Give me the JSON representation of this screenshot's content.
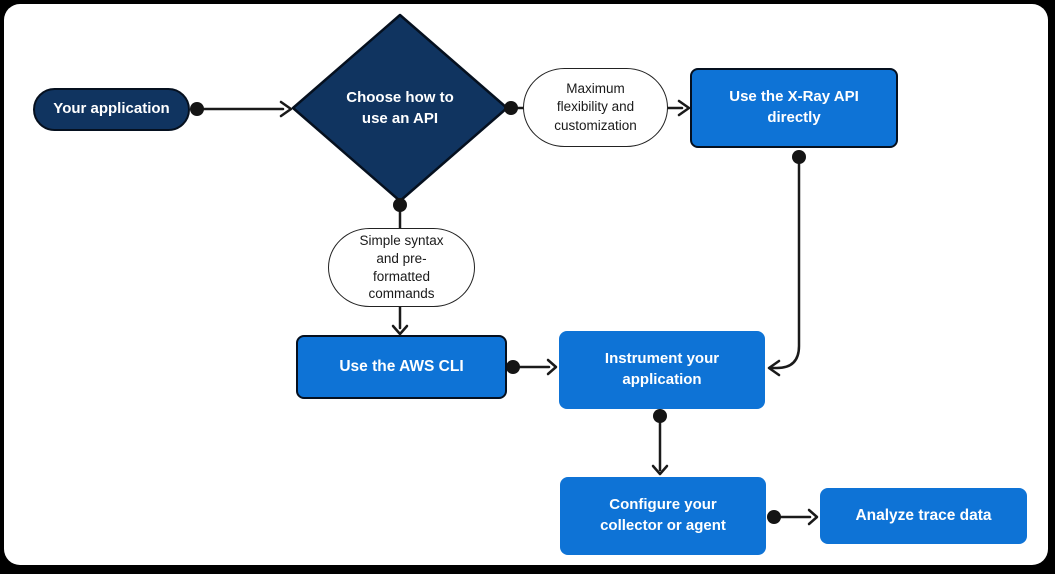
{
  "diagram": {
    "nodes": {
      "start": {
        "label": "Your application",
        "type": "terminator"
      },
      "decision": {
        "label": "Choose how to\nuse an API",
        "type": "decision"
      },
      "max_flex": {
        "label": "Maximum\nflexibility and\ncustomization",
        "type": "annotation"
      },
      "xray_api": {
        "label": "Use the X-Ray API\ndirectly",
        "type": "process"
      },
      "simple_syntax": {
        "label": "Simple syntax\nand pre-\nformatted\ncommands",
        "type": "annotation"
      },
      "aws_cli": {
        "label": "Use the AWS CLI",
        "type": "process"
      },
      "instrument": {
        "label": "Instrument your\napplication",
        "type": "process"
      },
      "configure": {
        "label": "Configure your\ncollector or agent",
        "type": "process"
      },
      "analyze": {
        "label": "Analyze trace data",
        "type": "process"
      }
    },
    "edges": [
      {
        "from": "Your application",
        "to": "Choose how to use an API"
      },
      {
        "from": "Choose how to use an API",
        "via": "Maximum flexibility and customization",
        "to": "Use the X-Ray API directly"
      },
      {
        "from": "Choose how to use an API",
        "via": "Simple syntax and pre-formatted commands",
        "to": "Use the AWS CLI"
      },
      {
        "from": "Use the X-Ray API directly",
        "to": "Instrument your application"
      },
      {
        "from": "Use the AWS CLI",
        "to": "Instrument your application"
      },
      {
        "from": "Instrument your application",
        "to": "Configure your collector or agent"
      },
      {
        "from": "Configure your collector or agent",
        "to": "Analyze trace data"
      }
    ]
  },
  "colors": {
    "navy": "#103460",
    "blue": "#0e73d6",
    "connector": "#1a1a1a",
    "canvas_background": "#ffffff",
    "frame": "#000000"
  }
}
